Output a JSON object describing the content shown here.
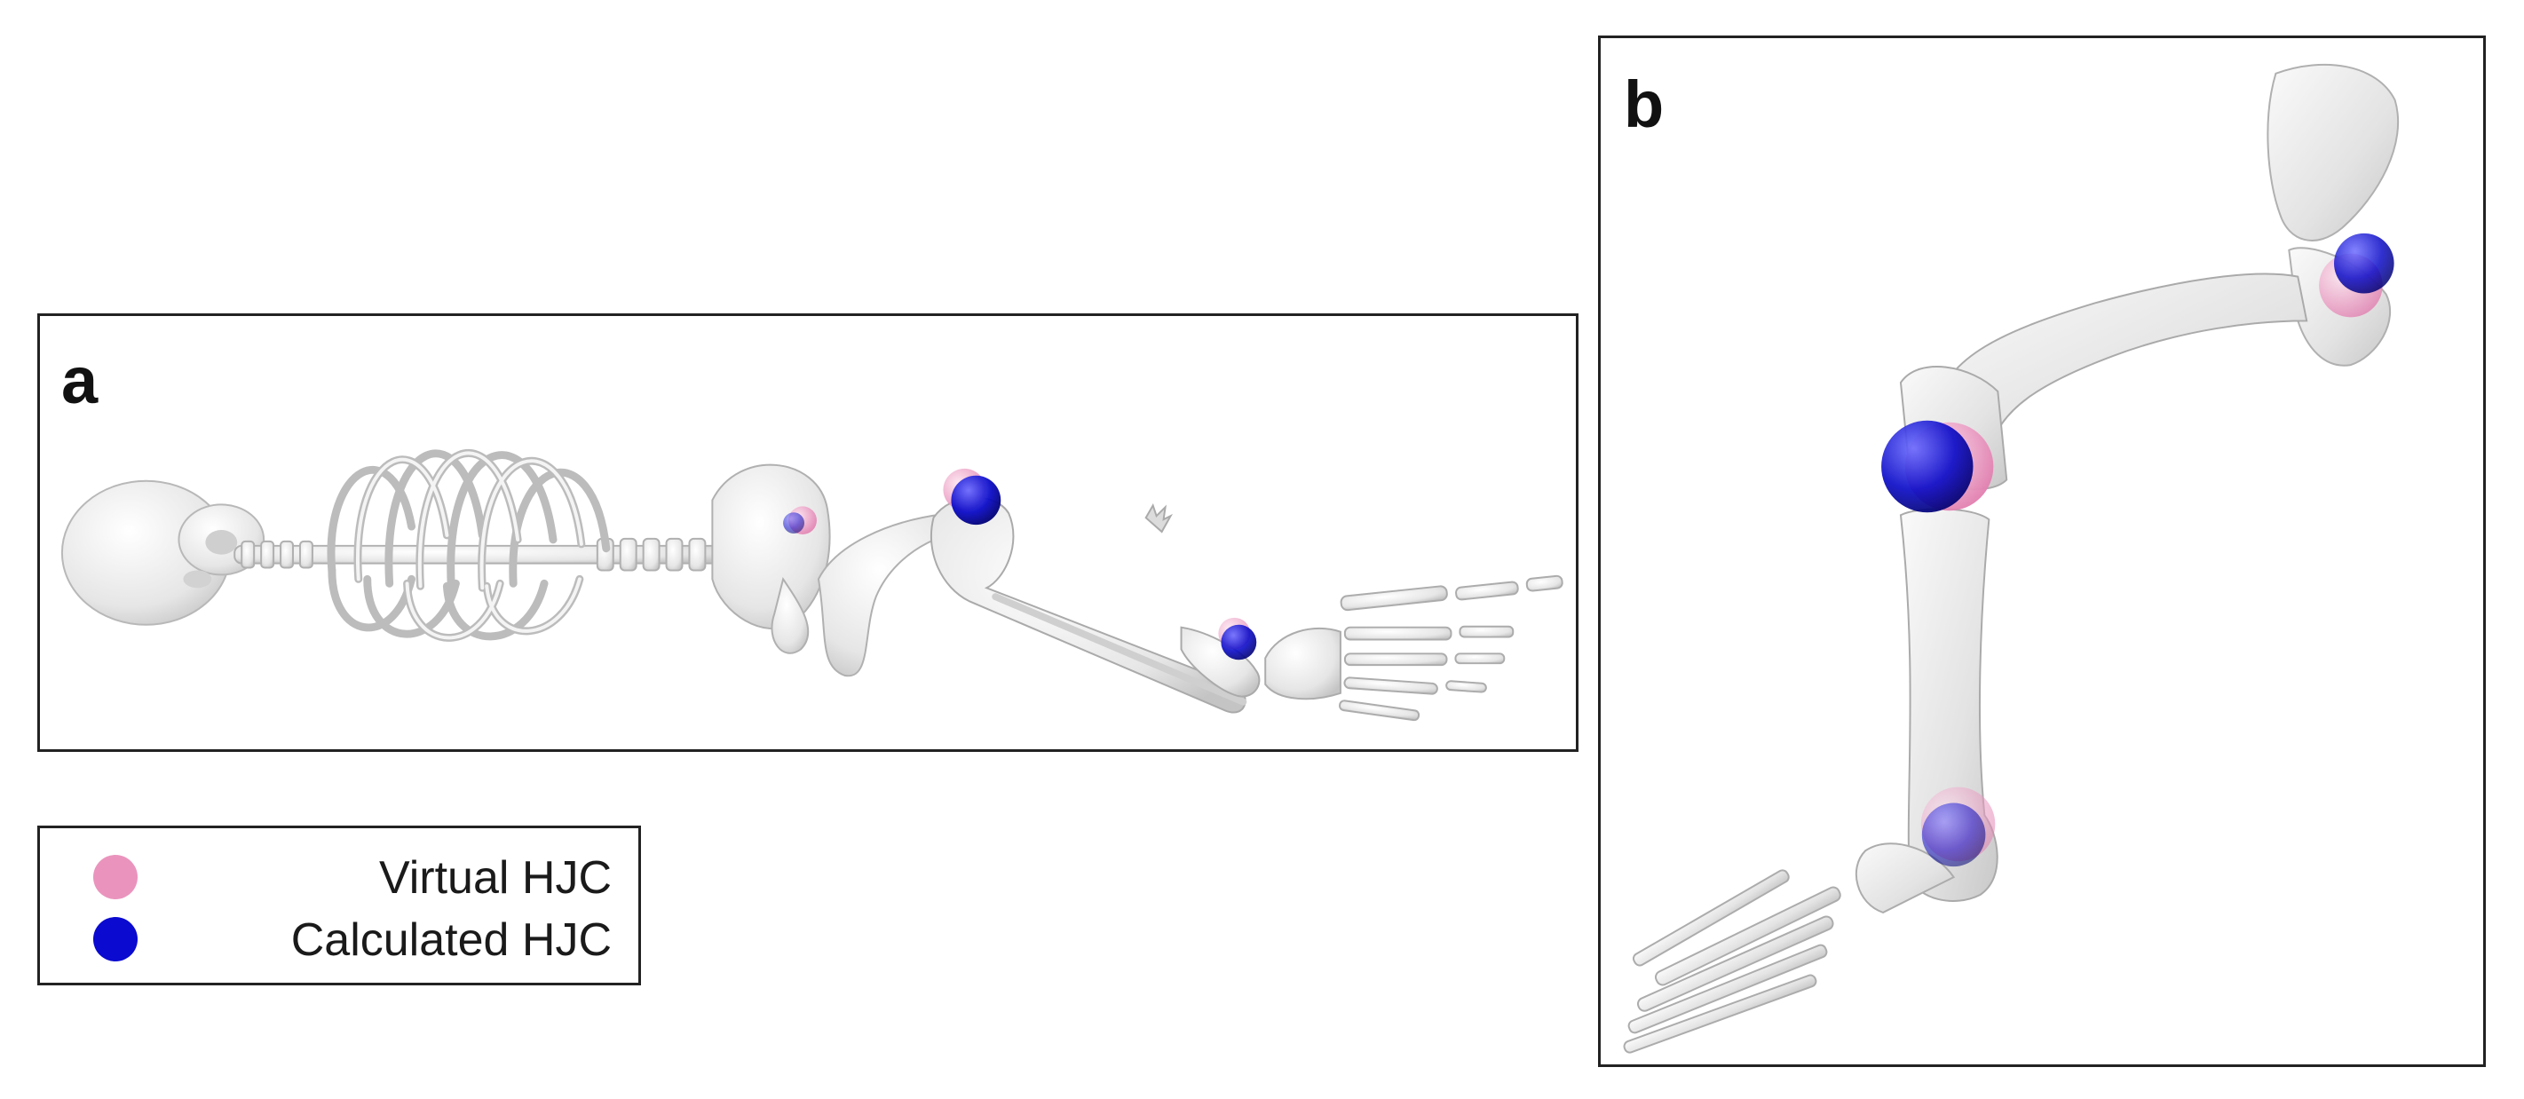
{
  "panels": {
    "a": {
      "label": "a"
    },
    "b": {
      "label": "b"
    }
  },
  "legend": {
    "items": [
      {
        "label": "Virtual HJC",
        "color": "#ea94bd"
      },
      {
        "label": "Calculated HJC",
        "color": "#0a0ad0"
      }
    ]
  },
  "colors": {
    "bone": "#e9e9e9",
    "bone_stroke": "#b5b5b5",
    "virtual_hjc": "#ea94bd",
    "calculated_hjc": "#0a0ad0"
  }
}
